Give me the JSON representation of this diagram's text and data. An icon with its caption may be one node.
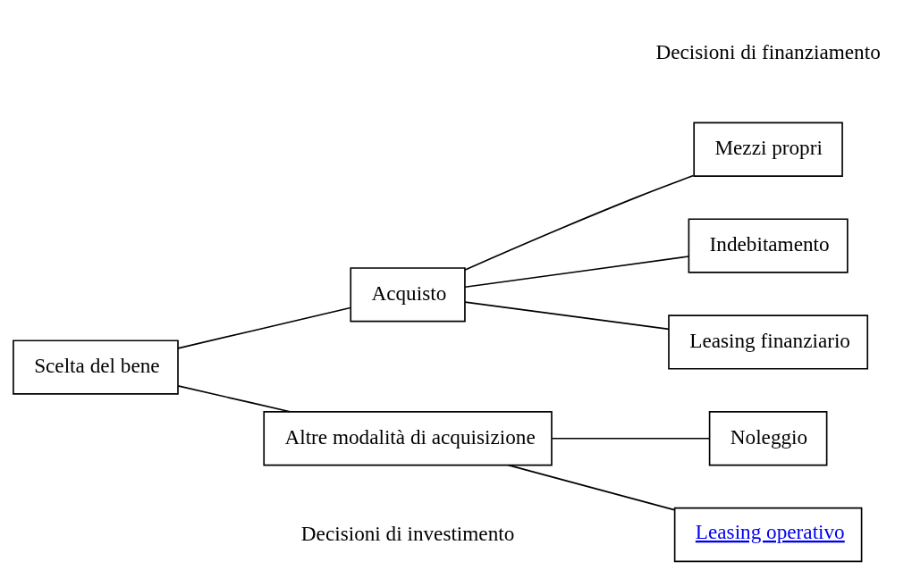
{
  "diagram": {
    "nodes": [
      {
        "text": [
          "Scelta del bene"
        ]
      },
      {
        "text": [
          "Acquisto"
        ]
      },
      {
        "text": [
          "Altre modalità di acquisizione"
        ]
      },
      {
        "text": [
          "Noleggio"
        ]
      },
      {
        "text": [
          "Leasing operativo"
        ]
      },
      {
        "text": [
          "Mezzi propri"
        ]
      },
      {
        "text": [
          "Indebitamento"
        ]
      },
      {
        "text": [
          "Leasing finanziario"
        ]
      }
    ],
    "edges": [
      {
        "from": 0,
        "to": 1,
        "arrow": "none"
      },
      {
        "from": 0,
        "to": 2,
        "arrow": "none"
      },
      {
        "from": 2,
        "to": 3,
        "arrow": "none"
      },
      {
        "from": 2,
        "to": 4,
        "arrow": "none"
      },
      {
        "from": 1,
        "to": 5,
        "arrow": "none"
      },
      {
        "from": 1,
        "to": 6,
        "arrow": "none"
      },
      {
        "from": 1,
        "to": 7,
        "arrow": "none"
      }
    ],
    "labels": [
      "Decisioni di investimento",
      "Decisioni di finanziamento"
    ]
  }
}
